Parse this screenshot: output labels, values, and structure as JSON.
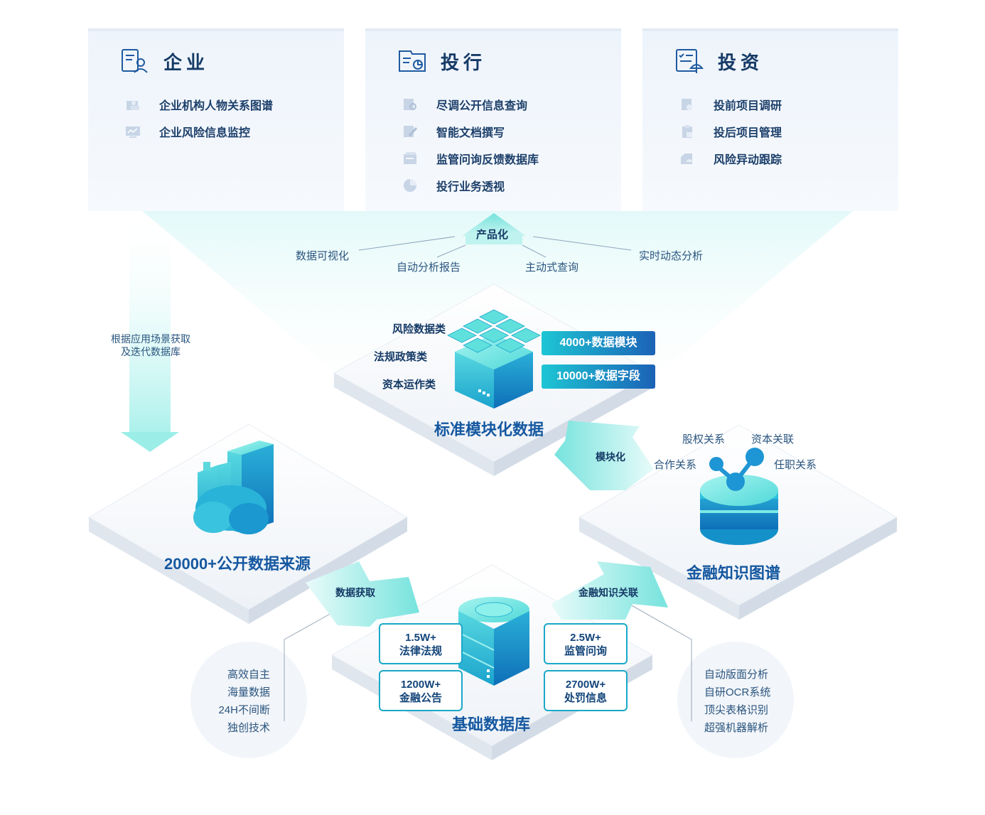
{
  "colors": {
    "accent_cyan": "#1dc6d4",
    "accent_blue": "#1c62b6",
    "dark_text": "#153a66",
    "title_blue": "#1558a0"
  },
  "panels": [
    {
      "icon": "enterprise-doc-person-icon",
      "title": "企业",
      "items": [
        {
          "icon": "org-chart-icon",
          "label": "企业机构人物关系图谱"
        },
        {
          "icon": "risk-monitor-icon",
          "label": "企业风险信息监控"
        }
      ]
    },
    {
      "icon": "investment-bank-report-icon",
      "title": "投行",
      "items": [
        {
          "icon": "doc-search-icon",
          "label": "尽调公开信息查询"
        },
        {
          "icon": "doc-edit-icon",
          "label": "智能文档撰写"
        },
        {
          "icon": "feedback-db-icon",
          "label": "监管问询反馈数据库"
        },
        {
          "icon": "pie-chart-icon",
          "label": "投行业务透视"
        }
      ]
    },
    {
      "icon": "investment-checklist-icon",
      "title": "投资",
      "items": [
        {
          "icon": "research-doc-icon",
          "label": "投前项目调研"
        },
        {
          "icon": "project-manage-icon",
          "label": "投后项目管理"
        },
        {
          "icon": "risk-track-icon",
          "label": "风险异动跟踪"
        }
      ]
    }
  ],
  "product": {
    "arrow_label": "产品化",
    "features": [
      "数据可视化",
      "自动分析报告",
      "主动式查询",
      "实时动态分析"
    ]
  },
  "left_flow_label": [
    "根据应用场景获取",
    "及迭代数据库"
  ],
  "standard_data": {
    "categories": [
      "风险数据类",
      "法规政策类",
      "资本运作类"
    ],
    "badges": [
      "4000+数据模块",
      "10000+数据字段"
    ],
    "title": "标准模块化数据"
  },
  "sources": {
    "title": "20000+公开数据来源",
    "arrow_label": "数据获取",
    "traits": [
      "高效自主",
      "海量数据",
      "24H不间断",
      "独创技术"
    ]
  },
  "base_db": {
    "title": "基础数据库",
    "stats": [
      [
        "1.5W+",
        "法律法规"
      ],
      [
        "2.5W+",
        "监管问询"
      ],
      [
        "1200W+",
        "金融公告"
      ],
      [
        "2700W+",
        "处罚信息"
      ]
    ]
  },
  "knowledge_graph": {
    "title": "金融知识图谱",
    "arrow_in_label": "金融知识关联",
    "arrow_out_label": "模块化",
    "relations": [
      "股权关系",
      "资本关联",
      "合作关系",
      "任职关系"
    ],
    "capabilities": [
      "自动版面分析",
      "自研OCR系统",
      "顶尖表格识别",
      "超强机器解析"
    ]
  }
}
